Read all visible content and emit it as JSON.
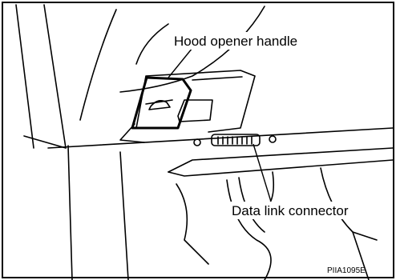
{
  "labels": {
    "hood_opener": "Hood opener handle",
    "data_link": "Data link connector",
    "figure_code": "PIIA1095E"
  }
}
